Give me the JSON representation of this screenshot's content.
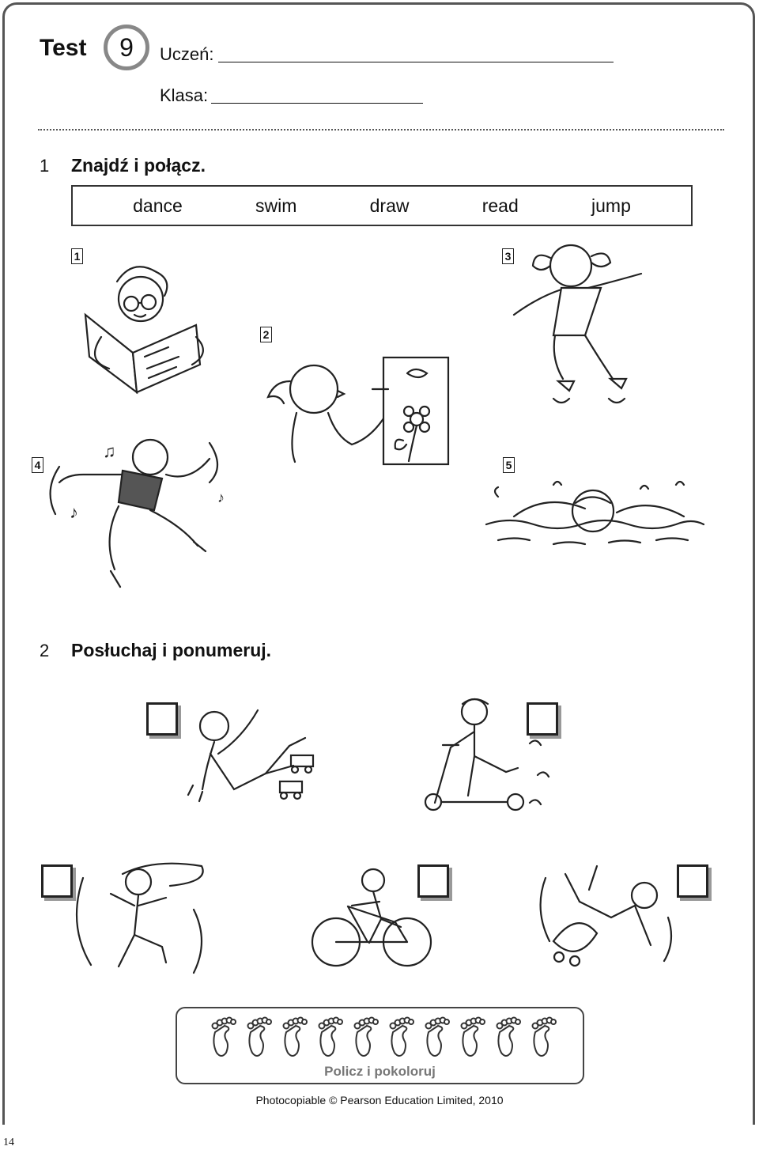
{
  "header": {
    "test_word": "Test",
    "test_number": "9",
    "student_label": "Uczeń:",
    "class_label": "Klasa:"
  },
  "task1": {
    "number": "1",
    "instruction": "Znajdź i połącz.",
    "words": [
      "dance",
      "swim",
      "draw",
      "read",
      "jump"
    ],
    "pictures": [
      {
        "tag": "1",
        "icon": "boy-reading-book-illustration"
      },
      {
        "tag": "2",
        "icon": "girl-drawing-flower-illustration"
      },
      {
        "tag": "3",
        "icon": "girl-jumping-illustration"
      },
      {
        "tag": "4",
        "icon": "boy-dancing-illustration"
      },
      {
        "tag": "5",
        "icon": "child-swimming-illustration"
      }
    ]
  },
  "task2": {
    "number": "2",
    "instruction": "Posłuchaj i ponumeruj.",
    "pictures": [
      {
        "icon": "child-roller-skating-illustration"
      },
      {
        "icon": "child-riding-scooter-illustration"
      },
      {
        "icon": "girl-skipping-rope-illustration"
      },
      {
        "icon": "child-riding-bike-illustration"
      },
      {
        "icon": "child-skateboarding-illustration"
      }
    ]
  },
  "counter": {
    "caption": "Policz i pokoloruj",
    "footprint_count": 10,
    "icon": "footprint-icon"
  },
  "footer": {
    "copyright": "Photocopiable © Pearson Education Limited, 2010",
    "page_number": "14"
  }
}
